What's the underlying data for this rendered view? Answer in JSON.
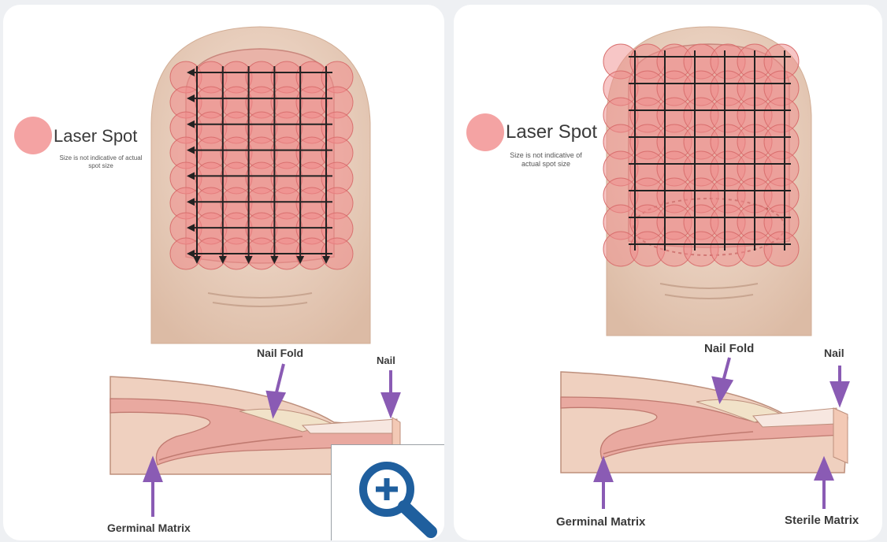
{
  "left": {
    "legend_title": "Laser Spot",
    "legend_note": "Size is not indicative of actual spot size",
    "nail_fold": "Nail Fold",
    "nail": "Nail",
    "germinal_matrix": "Germinal Matrix"
  },
  "right": {
    "legend_title": "Laser Spot",
    "legend_note": "Size is not indicative of actual spot size",
    "nail_fold": "Nail Fold",
    "nail": "Nail",
    "germinal_matrix": "Germinal Matrix",
    "sterile_matrix": "Sterile Matrix"
  },
  "colors": {
    "laser_spot": "#f08d8d",
    "skin": "#efd6c4",
    "nail_bed": "#e7a19a",
    "arrow": "#8a5bb4",
    "zoom_icon": "#1f5f9e"
  },
  "icons": {
    "zoom": "zoom-in-icon"
  }
}
